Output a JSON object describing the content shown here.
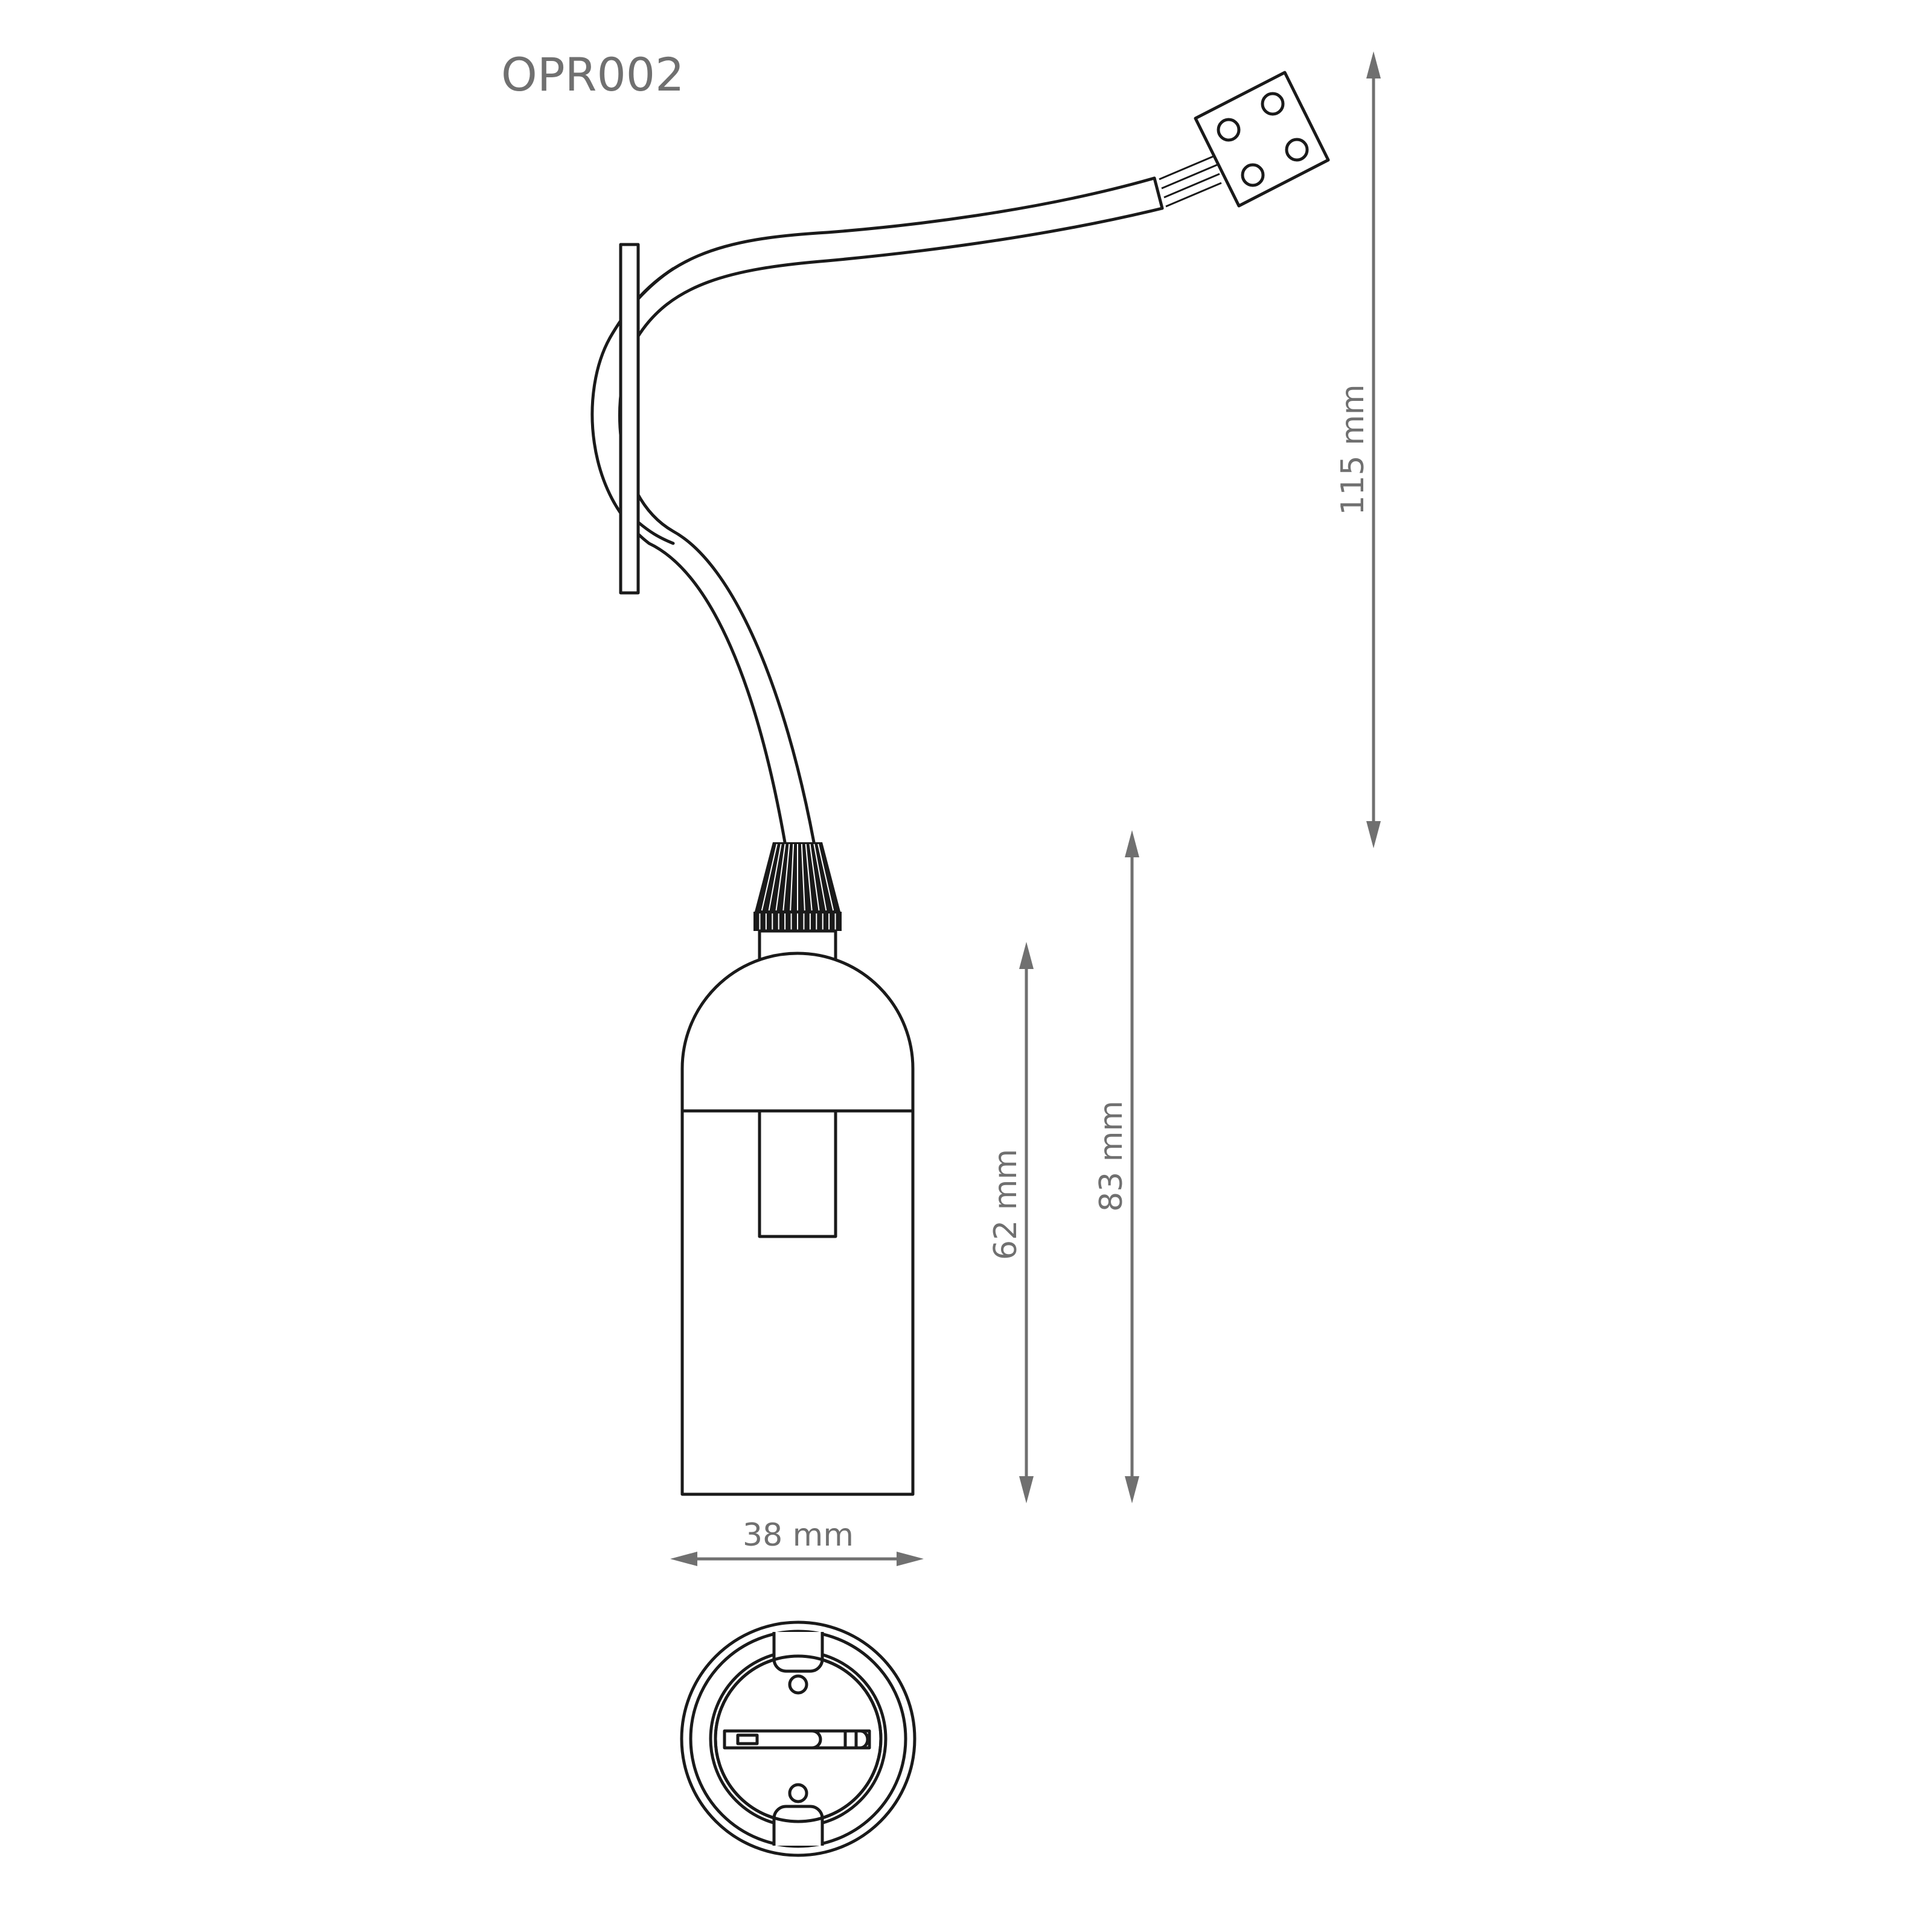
{
  "title": "OPR002",
  "dimensions": {
    "total_height": "115 mm",
    "overall_socket_height": "83 mm",
    "socket_body_height": "62 mm",
    "socket_width": "38 mm"
  },
  "colors": {
    "line": "#1a1a1a",
    "dimension": "#707070",
    "background": "#ffffff"
  }
}
